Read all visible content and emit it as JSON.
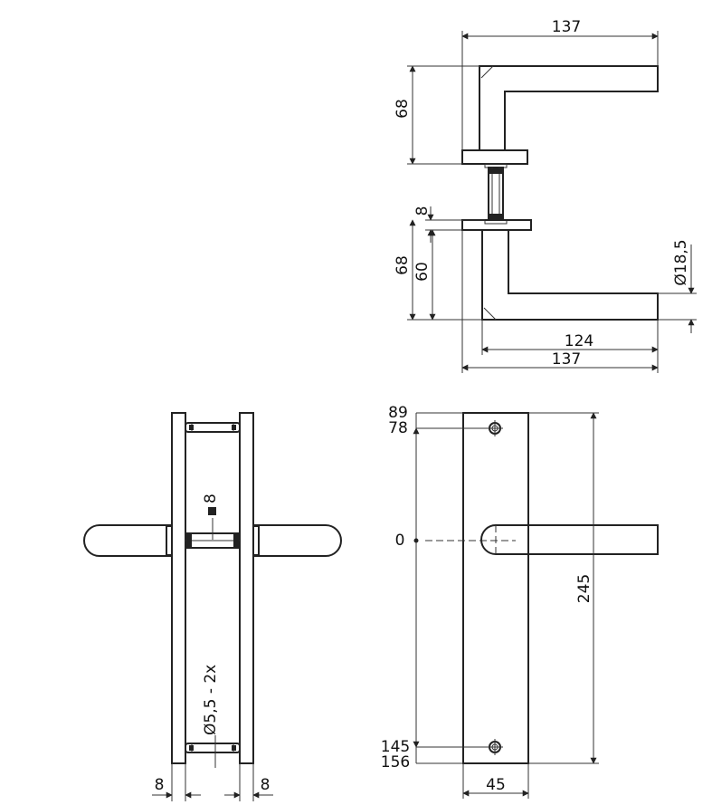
{
  "top_view": {
    "dim_overall_width": "137",
    "dim_upper_height": "68",
    "dim_rose_thickness": "8",
    "dim_lower_height": "68",
    "dim_lower_inner": "60",
    "dim_diameter": "Ø18,5",
    "dim_inner_width": "124",
    "dim_bottom_width": "137"
  },
  "side_view": {
    "dim_spindle": "8",
    "dim_screw": "Ø5,5 - 2x",
    "dim_left_plate": "8",
    "dim_right_plate": "8"
  },
  "front_view": {
    "dim_89": "89",
    "dim_78": "78",
    "dim_0": "0",
    "dim_145": "145",
    "dim_156": "156",
    "dim_height": "245",
    "dim_width": "45"
  },
  "colors": {
    "line": "#222222",
    "background": "#ffffff"
  }
}
